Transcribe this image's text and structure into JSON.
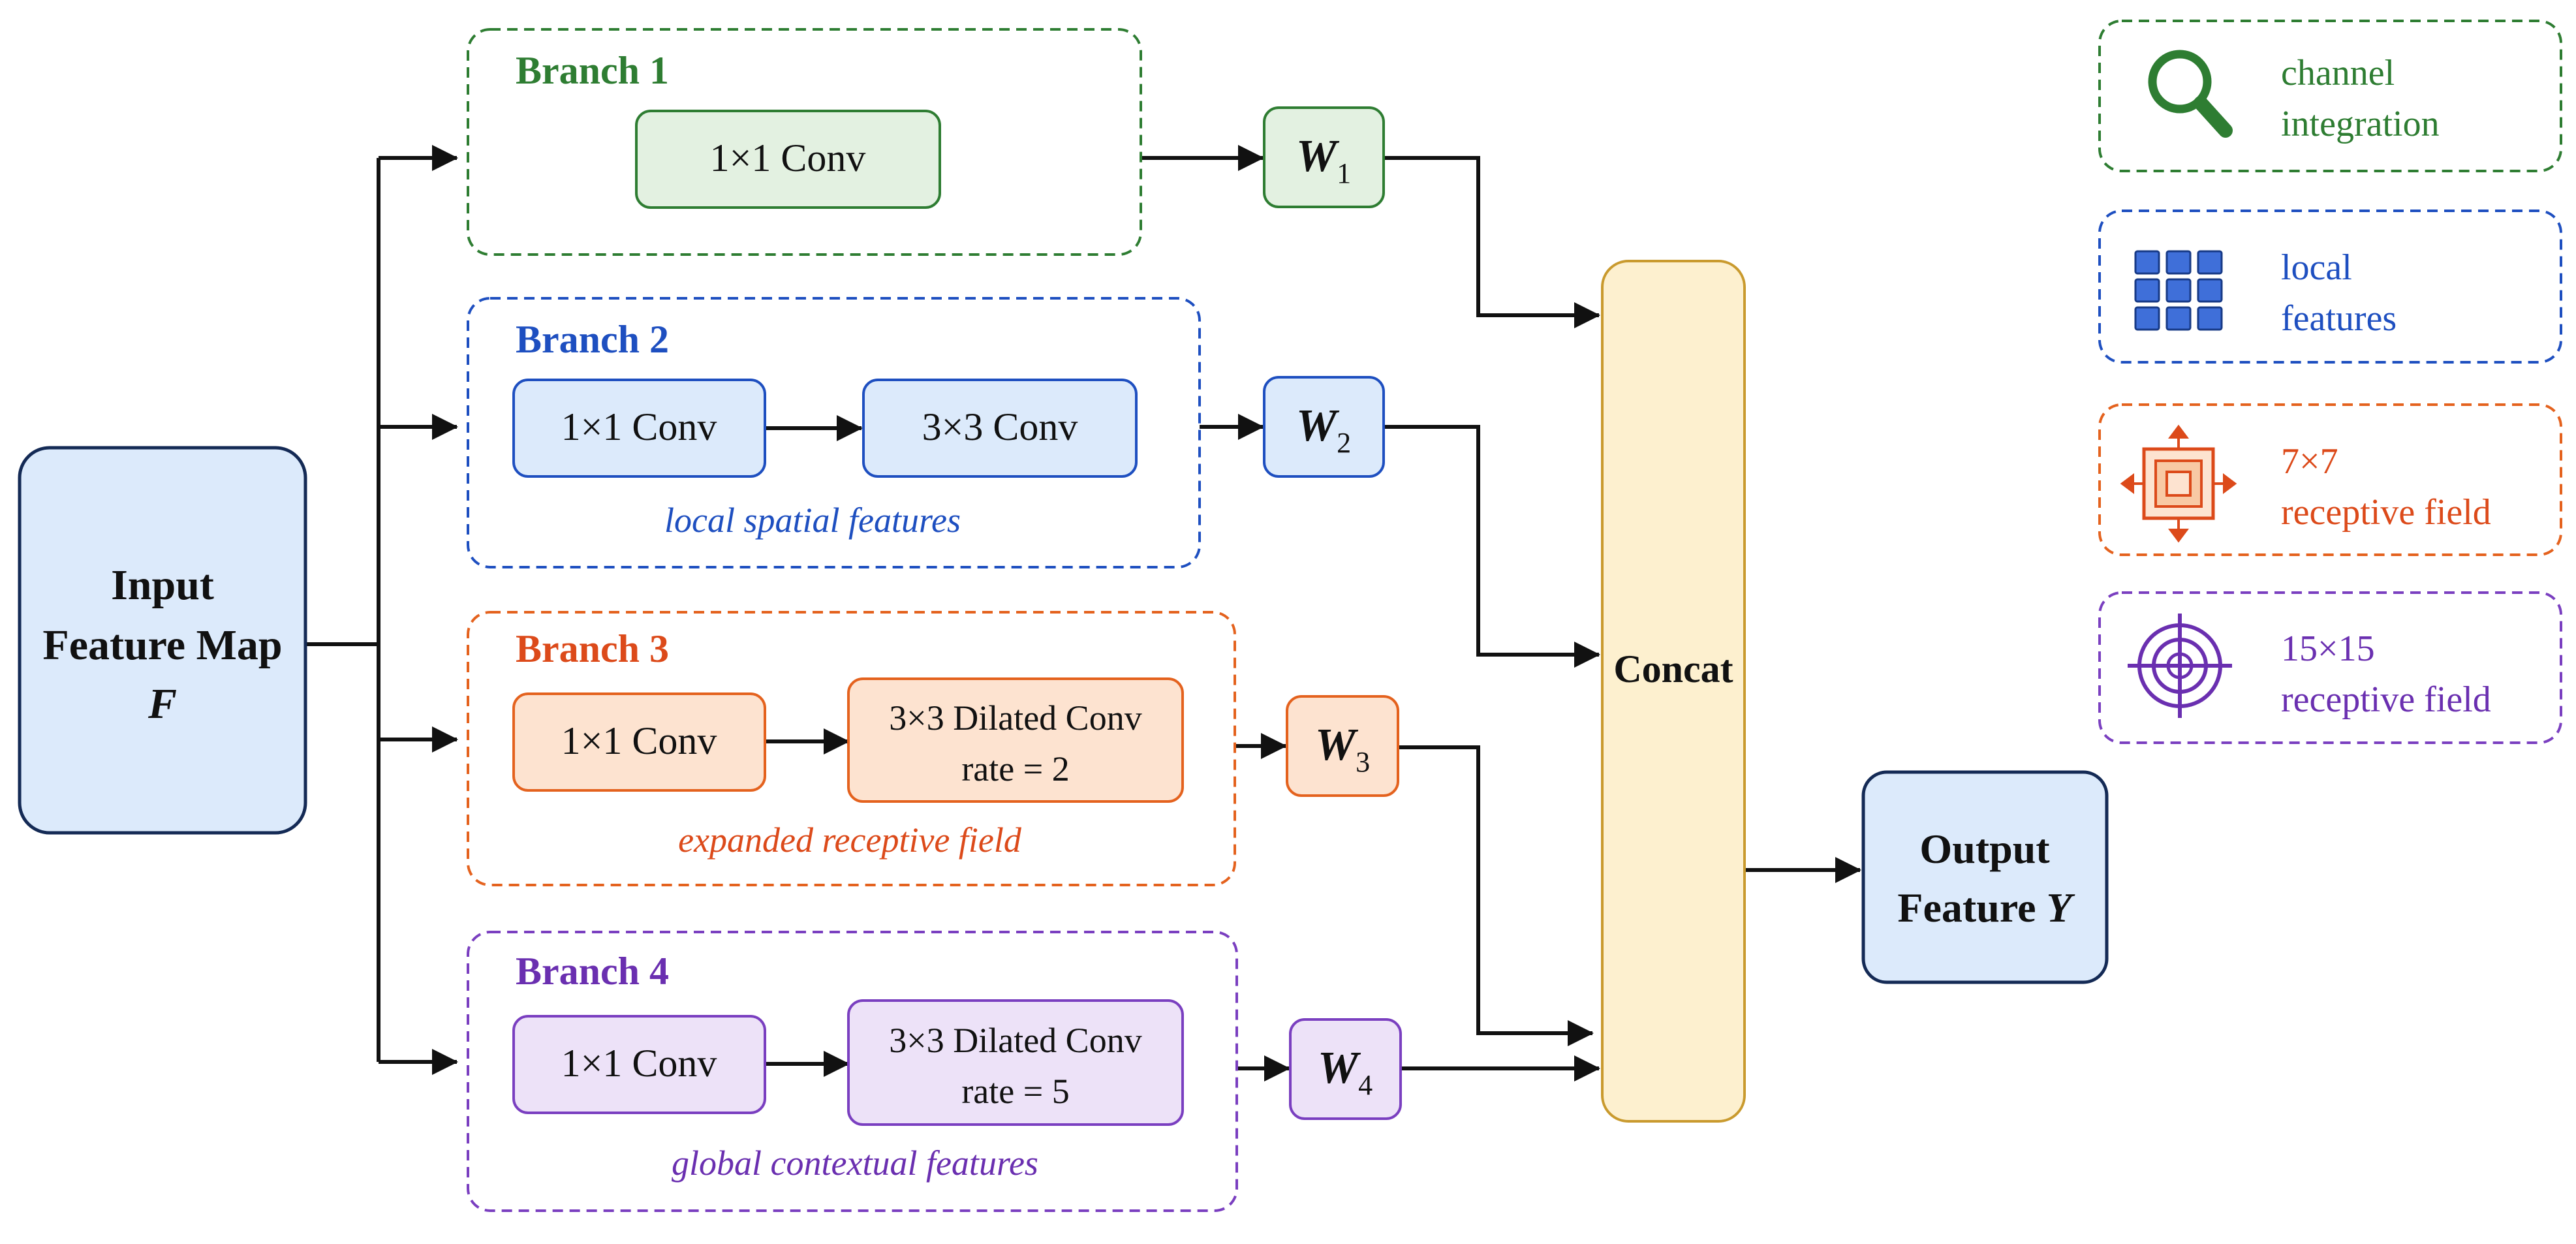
{
  "input": {
    "line1": "Input",
    "line2": "Feature Map",
    "symbol": "F"
  },
  "branches": [
    {
      "title": "Branch 1",
      "color": "#2e7d32",
      "fill": "#e3f1e1",
      "stroke": "#2e7d32",
      "boxes": [
        "1×1 Conv"
      ],
      "caption": "",
      "weight": "W",
      "sub": "1"
    },
    {
      "title": "Branch 2",
      "color": "#1e4fc0",
      "fill": "#dceafb",
      "stroke": "#1e4fc0",
      "boxes": [
        "1×1 Conv",
        "3×3 Conv"
      ],
      "caption": "local spatial features",
      "weight": "W",
      "sub": "2"
    },
    {
      "title": "Branch 3",
      "color": "#dc4a1a",
      "fill": "#fde3d0",
      "stroke": "#e4621e",
      "boxes": [
        "1×1 Conv",
        "3×3 Dilated Conv",
        "rate = 2"
      ],
      "caption": "expanded receptive field",
      "weight": "W",
      "sub": "3"
    },
    {
      "title": "Branch 4",
      "color": "#6a2fb0",
      "fill": "#ede2f8",
      "stroke": "#7a3fc0",
      "boxes": [
        "1×1 Conv",
        "3×3 Dilated Conv",
        "rate = 5"
      ],
      "caption": "global contextual features",
      "weight": "W",
      "sub": "4"
    }
  ],
  "concat": {
    "label": "Concat",
    "fill": "#fdf0cf",
    "stroke": "#c99a2e"
  },
  "output": {
    "line1": "Output",
    "line2": "Feature",
    "symbol": "Y"
  },
  "legend": [
    {
      "icon": "magnifier-icon",
      "color": "#2e7d32",
      "line1": "channel",
      "line2": "integration"
    },
    {
      "icon": "grid-icon",
      "color": "#1e4fc0",
      "line1": "local",
      "line2": "features"
    },
    {
      "icon": "expand-icon",
      "color": "#dc4a1a",
      "line1": "7×7",
      "line2": "receptive field"
    },
    {
      "icon": "crosshair-icon",
      "color": "#6a2fb0",
      "line1": "15×15",
      "line2": "receptive field"
    }
  ]
}
